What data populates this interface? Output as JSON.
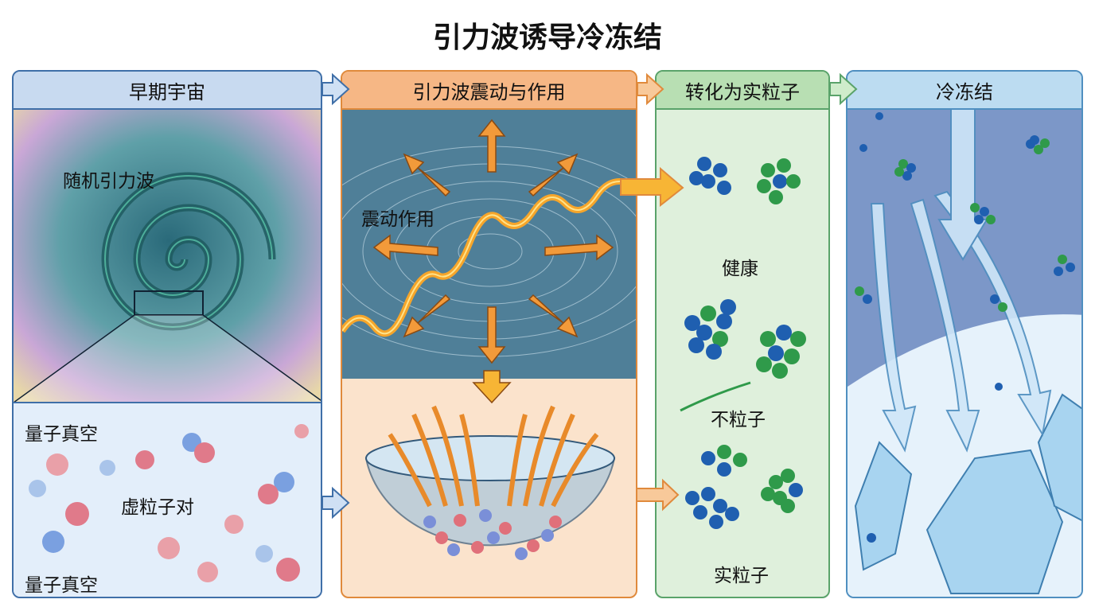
{
  "title": "引力波诱导冷冻结",
  "panels": [
    {
      "header": "早期宇宙",
      "labels": {
        "wave": "随机引力波",
        "vacuum_top": "量子真空",
        "pairs": "虚粒子对",
        "vacuum_bottom": "量子真空"
      }
    },
    {
      "header": "引力波震动与作用",
      "labels": {
        "vibration": "震动作用"
      }
    },
    {
      "header": "转化为实粒子",
      "labels": {
        "health": "健康",
        "not_particle": "不粒子",
        "real_particle": "实粒子"
      }
    },
    {
      "header": "冷冻结"
    }
  ],
  "colors": {
    "panel1": "#3f6fa8",
    "panel2": "#e08a3c",
    "panel3": "#5aa36a",
    "panel4": "#4f8fc0"
  }
}
